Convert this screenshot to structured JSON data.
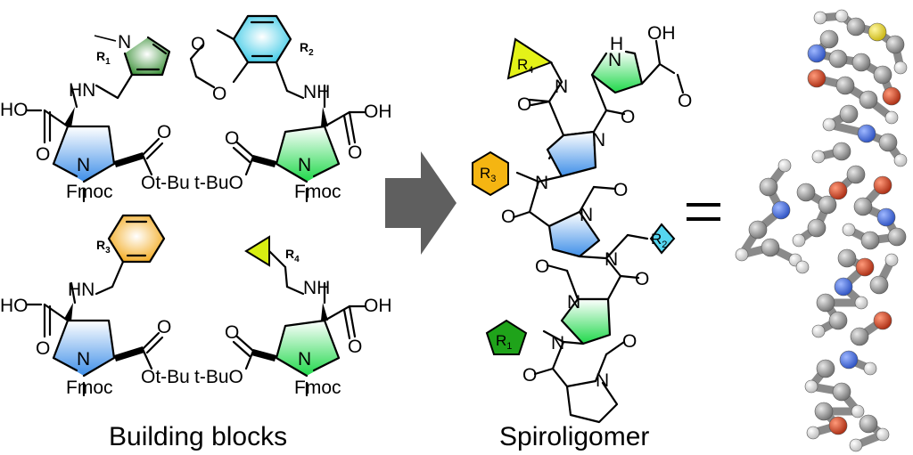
{
  "captions": {
    "building_blocks": "Building blocks",
    "spiroligomer": "Spiroligomer"
  },
  "atoms": {
    "N": "N",
    "HN": "HN",
    "NH": "NH",
    "HO": "HO",
    "OH": "OH",
    "O": "O",
    "H": "H",
    "fmoc": "Fmoc",
    "otbu": "Ot-Bu",
    "tbuo": "t-BuO"
  },
  "r_groups": {
    "r1": "R",
    "r1_sub": "1",
    "r2": "R",
    "r2_sub": "2",
    "r3": "R",
    "r3_sub": "3",
    "r4": "R",
    "r4_sub": "4"
  },
  "colors": {
    "blue_ring": "#3f8fe8",
    "green_ring": "#1fd84a",
    "pyrrole_green": "#2f8a2c",
    "benzodioxane_cyan": "#39c9e6",
    "benzene_orange": "#f2b02a",
    "cyclopropyl_yellow": "#d8ee12",
    "hexagon_orange": "#f5b512",
    "pentagon_green": "#1fa31a",
    "diamond_cyan": "#55d6f0",
    "triangle_yellow": "#e4f218",
    "arrow_grey": "#5f5f5f",
    "carbon": "#8a8a8a",
    "nitrogen": "#3d64d6",
    "oxygen": "#c7391e",
    "sulfur": "#e6d72a",
    "hydrogen": "#f2f2f2"
  },
  "icons": {
    "reaction_arrow": "right-arrow-icon",
    "equals_sign": "equals-icon"
  }
}
